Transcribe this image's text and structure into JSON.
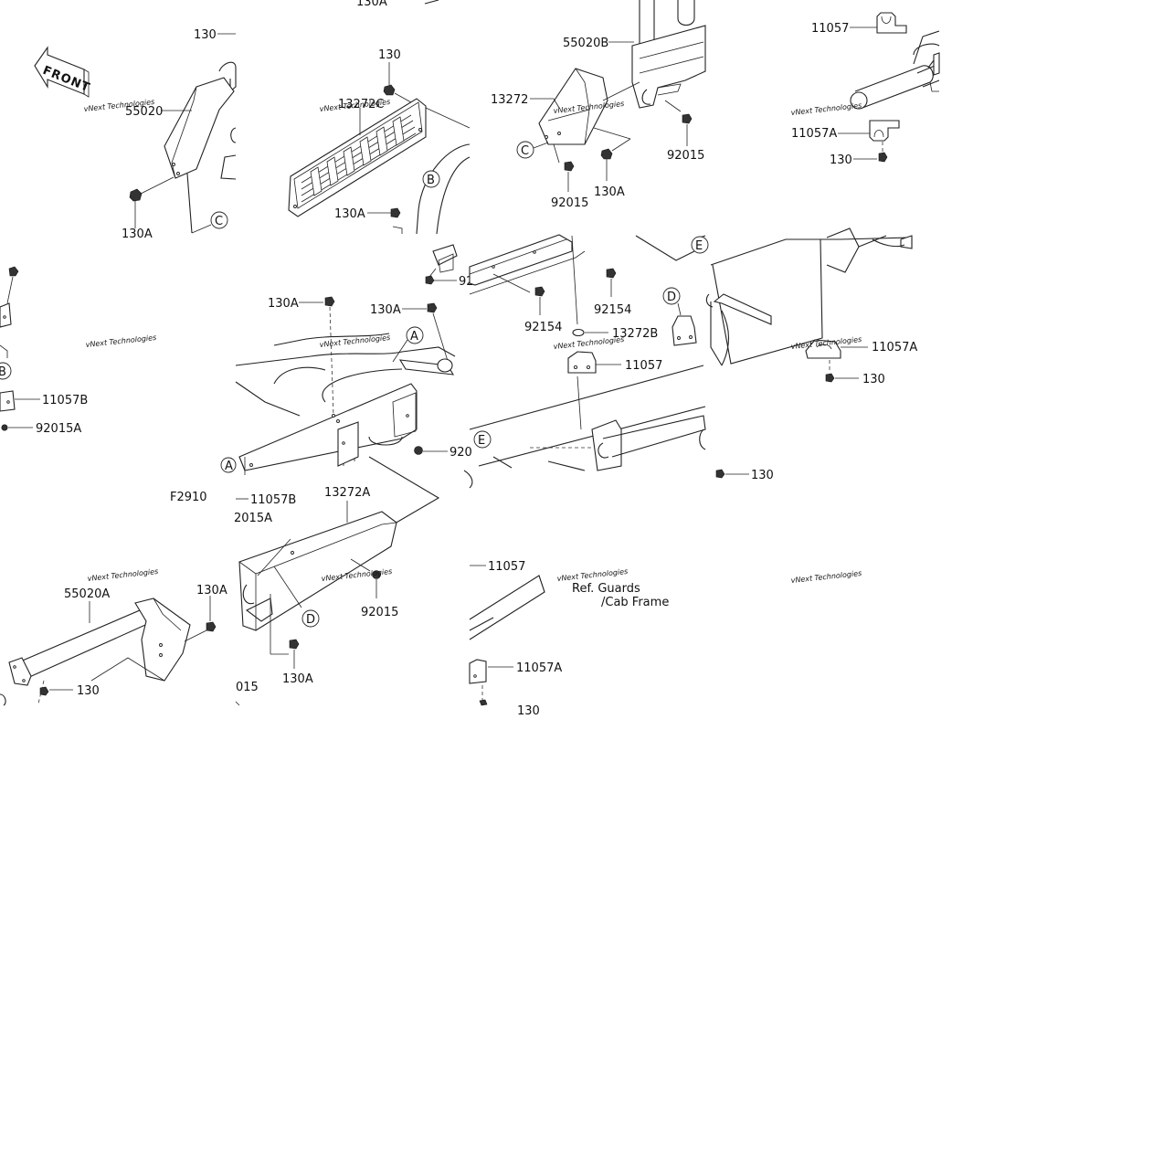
{
  "figure_code": "F2910",
  "front_label": "FRONT",
  "watermark": "vNext Technologies",
  "note": {
    "line1": "Ref. Guards",
    "line2": "/Cab Frame"
  },
  "callouts": {
    "c_top_130A": "130A",
    "c_130_p1": "130",
    "c_55020": "55020",
    "c_130A_p1": "130A",
    "c_130_p2": "130",
    "c_13272C": "13272C",
    "c_130A_p2": "130A",
    "c_55020B": "55020B",
    "c_13272": "13272",
    "c_92015_p3a": "92015",
    "c_130A_p3": "130A",
    "c_92015_p3b": "92015",
    "c_11057_p4": "11057",
    "c_11057A_p4": "11057A",
    "c_130_p4": "130",
    "c_11057B_p5": "11057B",
    "c_92015A_p5": "92015A",
    "c_130A_p6a": "130A",
    "c_130A_p6b": "130A",
    "c_920_p6": "920",
    "c_92_p6": "92",
    "c_92154_a": "92154",
    "c_92154_b": "92154",
    "c_13272B": "13272B",
    "c_11057_p7": "11057",
    "c_11057A_p8": "11057A",
    "c_130_p8": "130",
    "c_130_p8b": "130",
    "c_11057B_p9": "11057B",
    "c_2015A_p9": "2015A",
    "c_55020A": "55020A",
    "c_130A_p9": "130A",
    "c_130_p9": "130",
    "c_13272A": "13272A",
    "c_92015_p10": "92015",
    "c_130A_p10": "130A",
    "c_015_p10": "015",
    "c_11057_p11": "11057",
    "c_11057A_p11": "11057A",
    "c_130_p11": "130"
  },
  "markers": {
    "A": "A",
    "B": "B",
    "C": "C",
    "D": "D",
    "E": "E"
  }
}
